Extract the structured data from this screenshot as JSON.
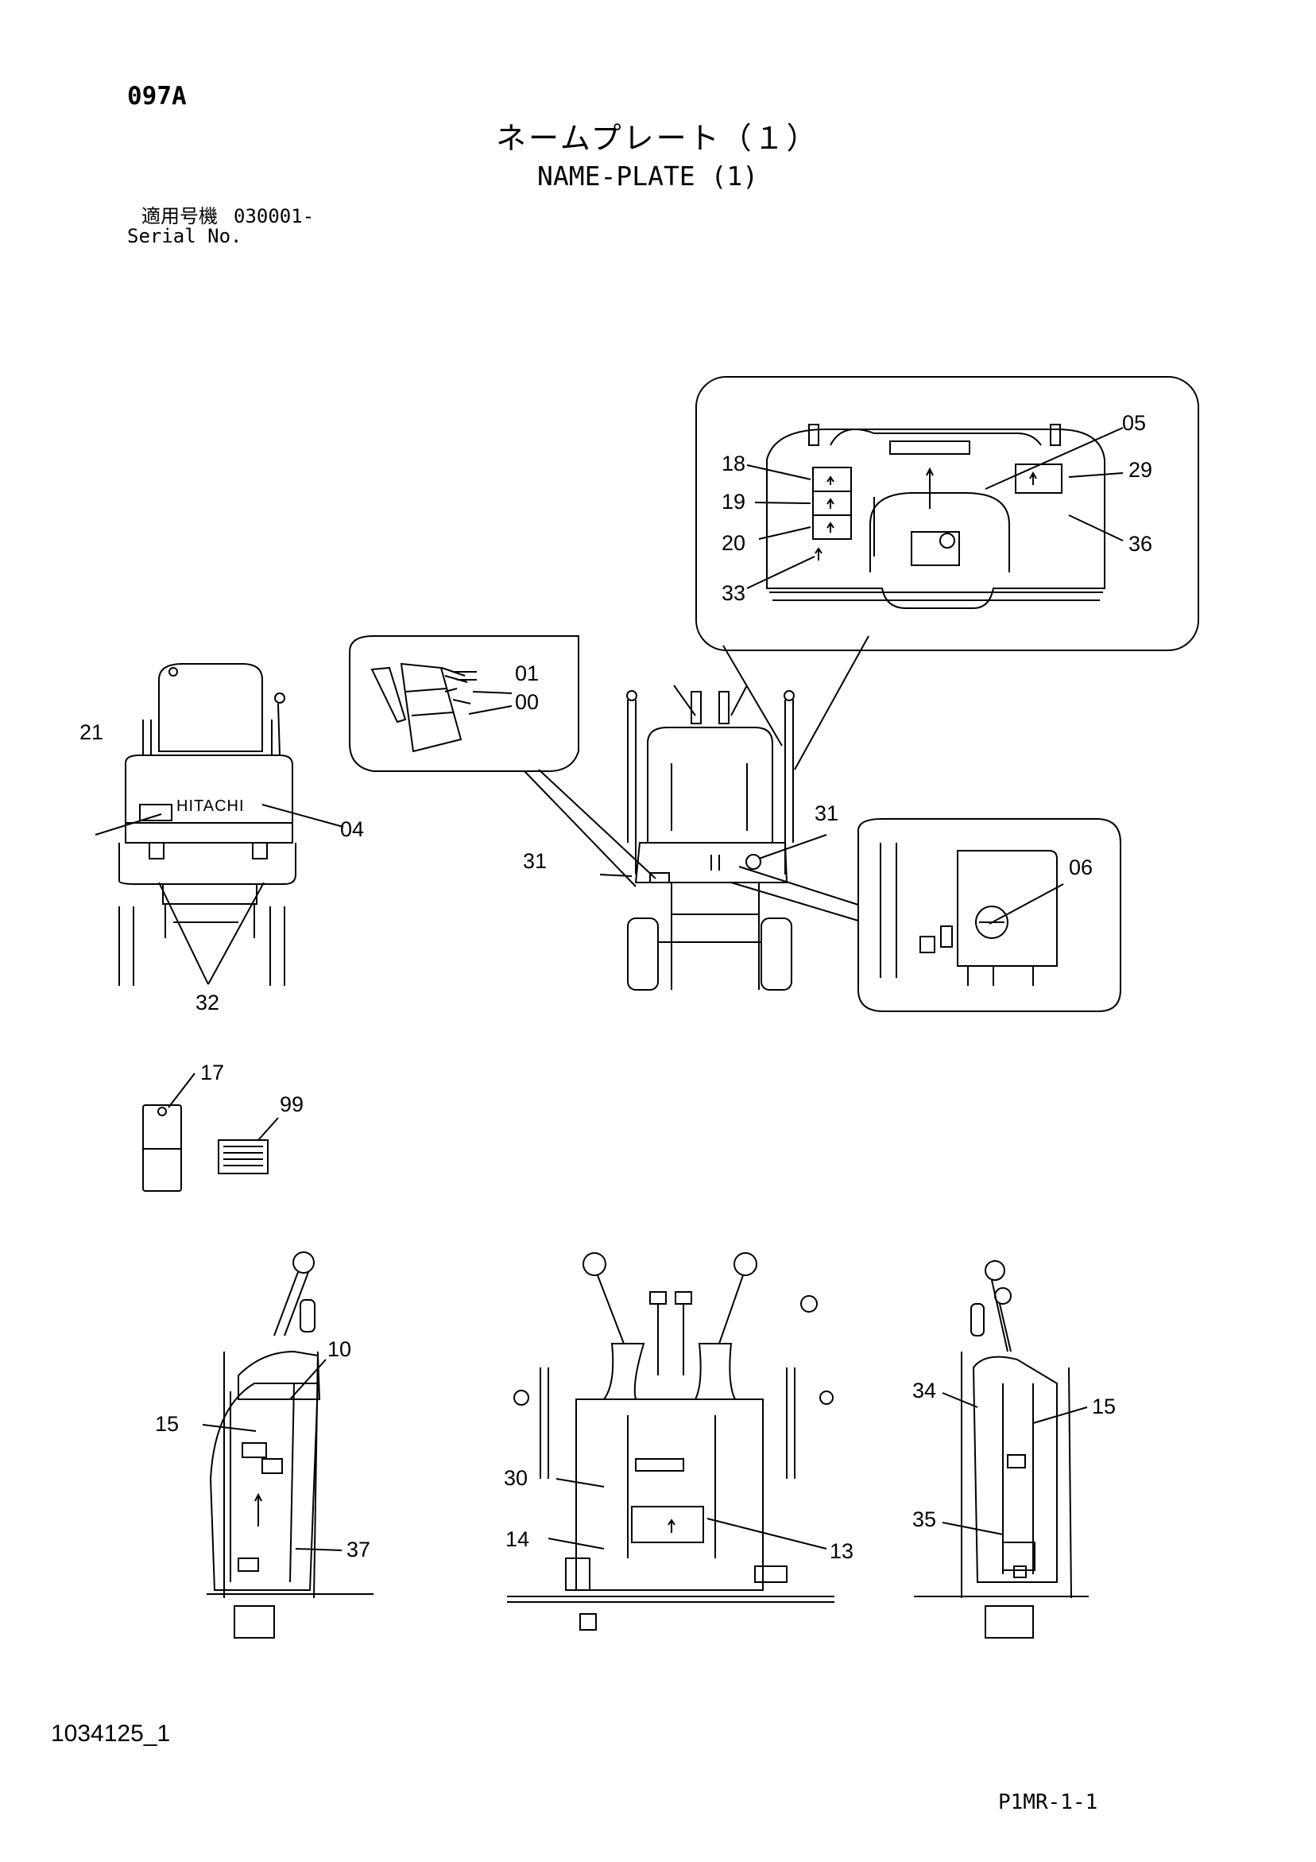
{
  "header": {
    "page_code": "097A",
    "title_jp": "ネームプレート（１）",
    "title_en": "NAME-PLATE (1)",
    "serial_label_jp": "適用号機",
    "serial_number": "030001-",
    "serial_label_en": "Serial No."
  },
  "callouts": {
    "c00": "00",
    "c01": "01",
    "c04": "04",
    "c05": "05",
    "c06": "06",
    "c10": "10",
    "c13": "13",
    "c14": "14",
    "c15a": "15",
    "c15b": "15",
    "c17": "17",
    "c18": "18",
    "c19": "19",
    "c20": "20",
    "c21": "21",
    "c29": "29",
    "c30": "30",
    "c31a": "31",
    "c31b": "31",
    "c32": "32",
    "c33": "33",
    "c34": "34",
    "c35": "35",
    "c36": "36",
    "c37": "37",
    "c99": "99"
  },
  "machine_brand": "HITACHI",
  "footer": {
    "doc_id": "1034125_1",
    "page_ref": "P1MR-1-1"
  }
}
